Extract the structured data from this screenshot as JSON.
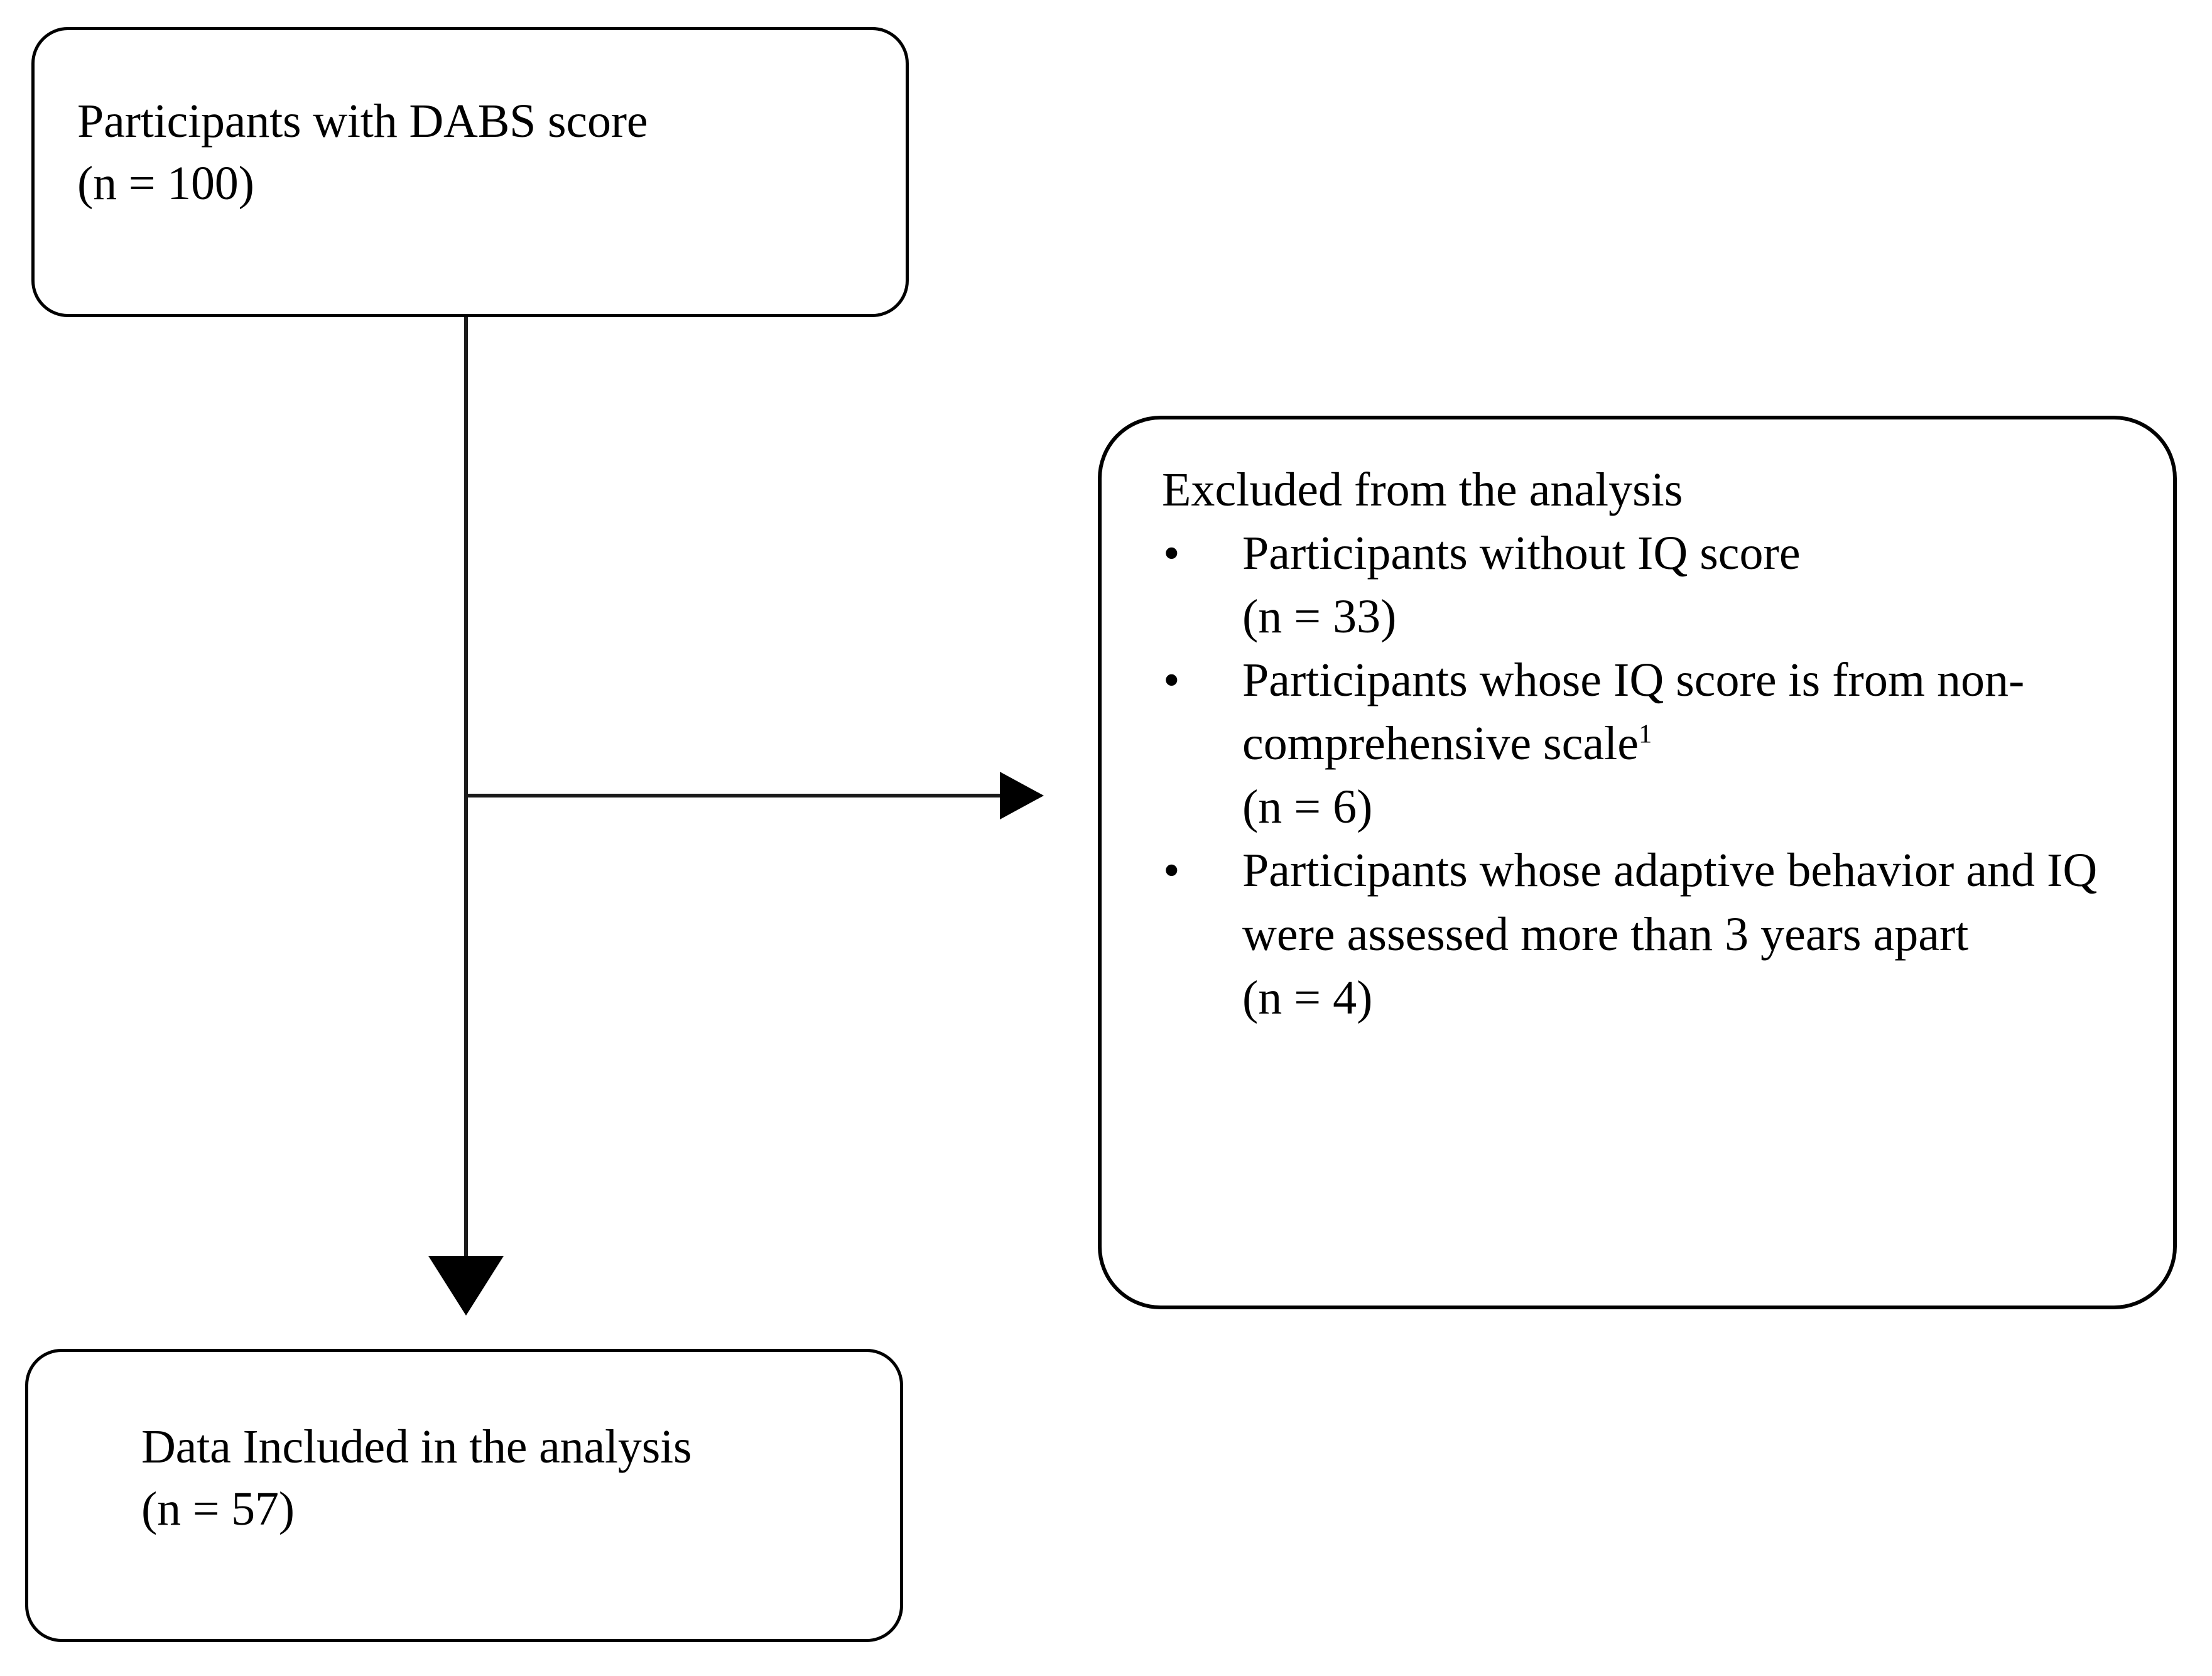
{
  "diagram": {
    "type": "participant-flow-chart",
    "source_box": {
      "line1": "Participants with DABS score",
      "line2": "(n = 100)",
      "text": "Participants with DABS score\n(n = 100)",
      "n": 100
    },
    "excluded_box": {
      "heading": "Excluded from the analysis",
      "bullet_glyph": "•",
      "items": [
        {
          "reason": "Participants without IQ score",
          "count_label": "(n = 33)",
          "n": 33,
          "superscript": ""
        },
        {
          "reason": "Participants whose IQ score is from non-comprehensive scale",
          "count_label": "(n = 6)",
          "n": 6,
          "superscript": "1"
        },
        {
          "reason": "Participants whose adaptive behavior and IQ were assessed more than 3 years apart",
          "count_label": "(n = 4)",
          "n": 4,
          "superscript": ""
        }
      ]
    },
    "included_box": {
      "line1": "Data Included in the analysis",
      "line2": "(n = 57)",
      "text": "Data Included in the analysis\n(n = 57)",
      "n": 57
    },
    "connectors": [
      {
        "name": "source-to-included",
        "direction": "down",
        "arrow": "filled-triangle"
      },
      {
        "name": "source-to-excluded",
        "direction": "right",
        "arrow": "filled-triangle"
      }
    ],
    "colors": {
      "stroke": "#000000",
      "background": "#ffffff",
      "text": "#000000"
    }
  }
}
